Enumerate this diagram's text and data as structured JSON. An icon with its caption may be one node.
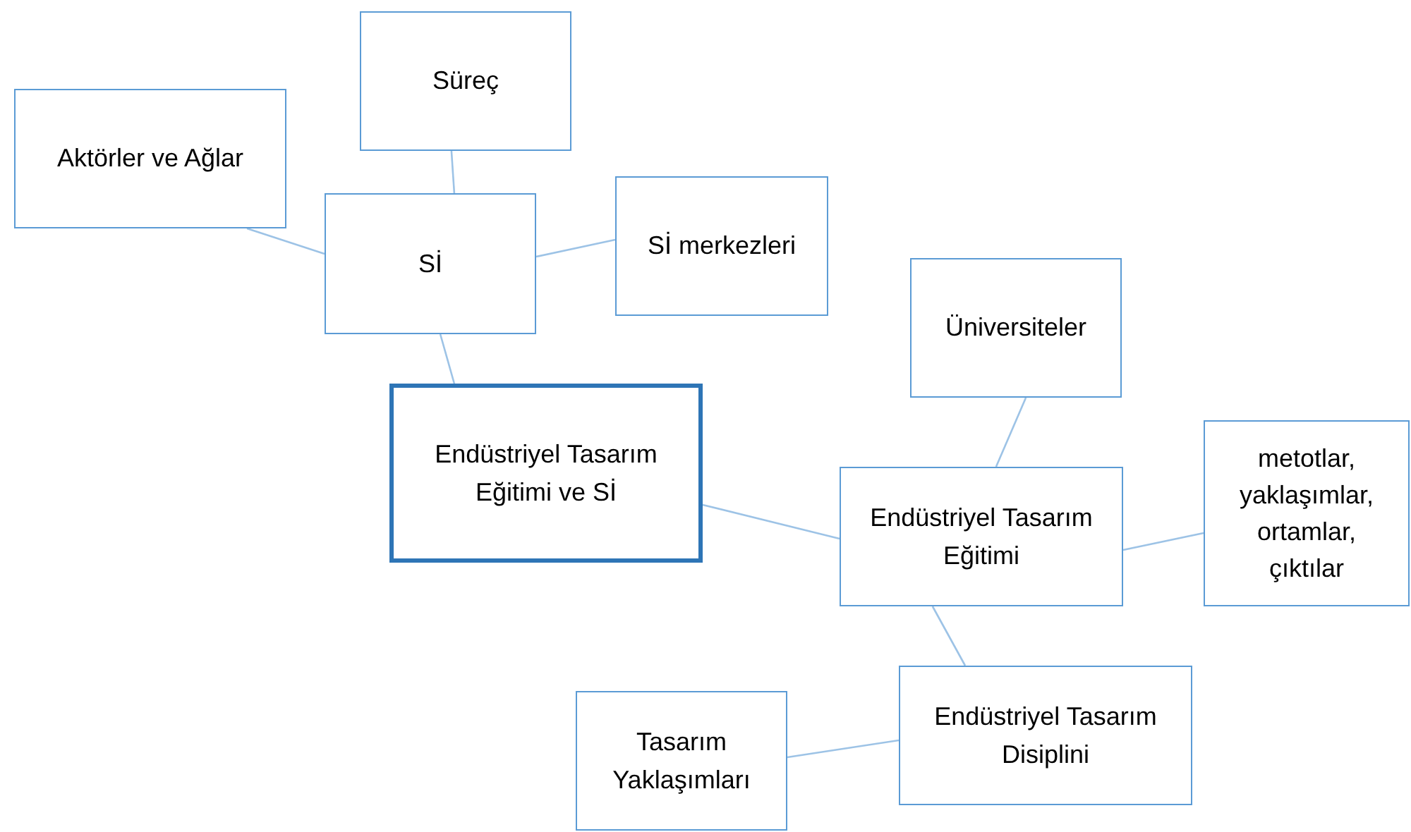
{
  "diagram": {
    "nodes": [
      {
        "text": [
          "Süreç"
        ]
      },
      {
        "text": [
          "Aktörler ve Ağlar"
        ]
      },
      {
        "text": [
          "Sİ"
        ]
      },
      {
        "text": [
          "Sİ merkezleri"
        ]
      },
      {
        "text": [
          "Endüstriyel Tasarım Eğitimi ve Sİ"
        ]
      },
      {
        "text": [
          "Üniversiteler"
        ]
      },
      {
        "text": [
          "metotlar, yaklaşımlar, ortamlar, çıktılar"
        ]
      },
      {
        "text": [
          "Endüstriyel Tasarım Eğitimi"
        ]
      },
      {
        "text": [
          "Tasarım Yaklaşımları"
        ]
      },
      {
        "text": [
          "Endüstriyel Tasarım Disiplini"
        ]
      }
    ],
    "edges": [
      {
        "from": 2,
        "to": 0,
        "arrow": "none"
      },
      {
        "from": 1,
        "to": 2,
        "arrow": "none"
      },
      {
        "from": 2,
        "to": 3,
        "arrow": "none"
      },
      {
        "from": 2,
        "to": 4,
        "arrow": "none"
      },
      {
        "from": 4,
        "to": 7,
        "arrow": "none"
      },
      {
        "from": 5,
        "to": 7,
        "arrow": "none"
      },
      {
        "from": 7,
        "to": 6,
        "arrow": "none"
      },
      {
        "from": 7,
        "to": 9,
        "arrow": "none"
      },
      {
        "from": 8,
        "to": 9,
        "arrow": "none"
      }
    ]
  }
}
